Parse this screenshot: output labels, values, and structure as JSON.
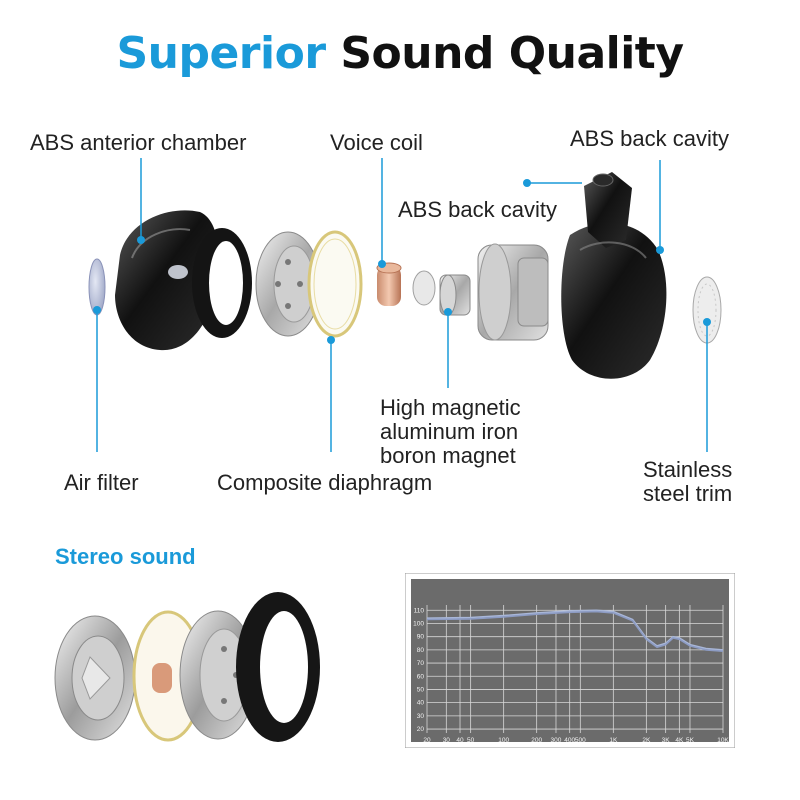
{
  "header": {
    "title_accent": "Superior",
    "title_main": "Sound Quality"
  },
  "labels": {
    "abs_anterior_chamber": "ABS anterior chamber",
    "voice_coil": "Voice coil",
    "abs_back_cavity_top": "ABS back cavity",
    "abs_back_cavity_mid": "ABS back cavity",
    "magnet_line1": "High magnetic",
    "magnet_line2": "aluminum iron",
    "magnet_line3": "boron magnet",
    "air_filter": "Air filter",
    "composite_diaphragm": "Composite diaphragm",
    "trim_line1": "Stainless",
    "trim_line2": "steel trim"
  },
  "stereo": {
    "heading": "Stereo sound"
  },
  "colors": {
    "accent": "#1a9ad9",
    "chart_bg": "#6b6b6b",
    "curve": "#a9b7d8"
  },
  "icons": {
    "leader_dot": "blue-dot-icon"
  },
  "chart_data": {
    "type": "line",
    "title": "",
    "xlabel": "",
    "ylabel": "",
    "x_scale": "log",
    "y_ticks": [
      110,
      100,
      90,
      80,
      70,
      60,
      50,
      40,
      30,
      20
    ],
    "x_tick_labels": [
      "20",
      "30",
      "40",
      "50",
      "100",
      "200",
      "300",
      "400",
      "500",
      "1K",
      "2K",
      "3K",
      "4K",
      "5K",
      "10K"
    ],
    "x_tick_values": [
      20,
      30,
      40,
      50,
      100,
      200,
      300,
      400,
      500,
      1000,
      2000,
      3000,
      4000,
      5000,
      10000
    ],
    "xlim": [
      20,
      10000
    ],
    "ylim": [
      17,
      114
    ],
    "grid": true,
    "legend": "none",
    "series": [
      {
        "x": [
          20,
          50,
          100,
          200,
          400,
          700,
          1000,
          1500,
          2000,
          2500,
          3000,
          3500,
          4000,
          5000,
          7000,
          10000
        ],
        "values": [
          104,
          104.5,
          106,
          108,
          109.5,
          110,
          109,
          103,
          89,
          83,
          85,
          90,
          89,
          84,
          81,
          80
        ]
      },
      {
        "x": [
          20,
          50,
          100,
          200,
          400,
          700,
          1000,
          1500,
          2000,
          2500,
          3000,
          3500,
          4000,
          5000,
          7000,
          10000
        ],
        "values": [
          103,
          103.5,
          105,
          107,
          108.5,
          109,
          108,
          102,
          88,
          82,
          84,
          89,
          88,
          83,
          80,
          79
        ]
      }
    ]
  }
}
